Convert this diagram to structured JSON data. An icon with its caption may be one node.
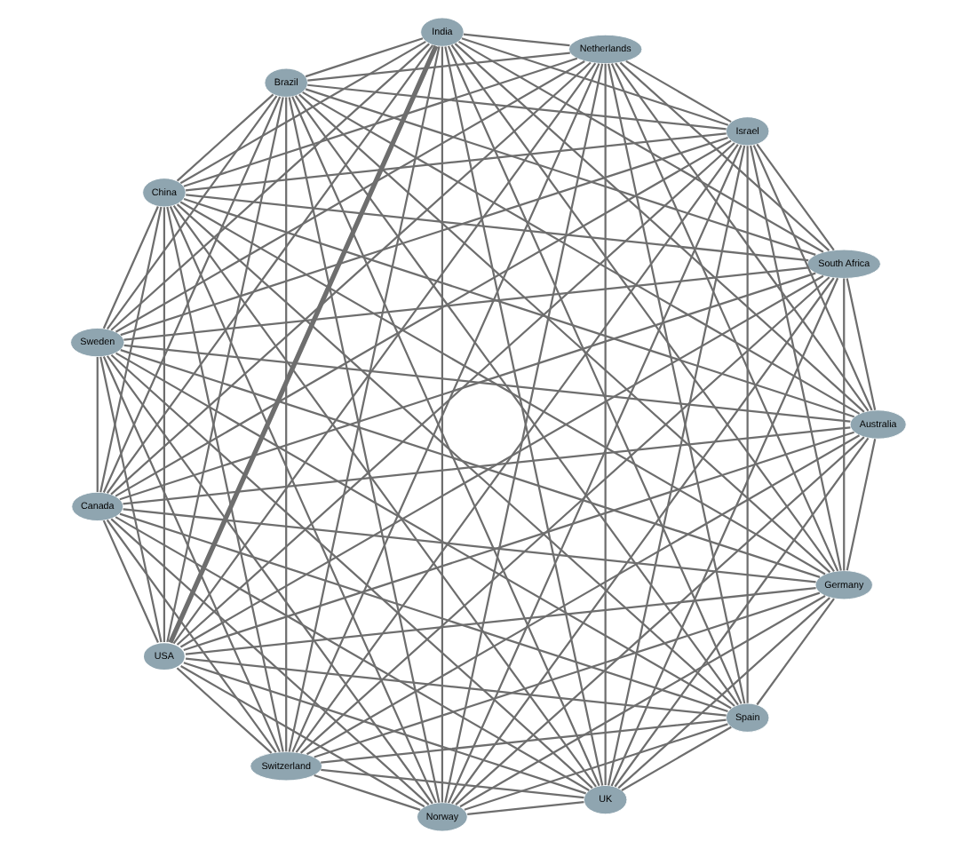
{
  "diagram": {
    "nodes": [
      {
        "text": [
          "Germany"
        ]
      },
      {
        "text": [
          "Norway"
        ]
      },
      {
        "text": [
          "Switzerland"
        ]
      },
      {
        "text": [
          "USA"
        ]
      },
      {
        "text": [
          "Canada"
        ]
      },
      {
        "text": [
          "UK"
        ]
      },
      {
        "text": [
          "Australia"
        ]
      },
      {
        "text": [
          "Spain"
        ]
      },
      {
        "text": [
          "South Africa"
        ]
      },
      {
        "text": [
          "Sweden"
        ]
      },
      {
        "text": [
          "China"
        ]
      },
      {
        "text": [
          "Brazil"
        ]
      },
      {
        "text": [
          "India"
        ]
      },
      {
        "text": [
          "Netherlands"
        ]
      },
      {
        "text": [
          "Israel"
        ]
      }
    ],
    "edges": [
      {
        "from": 0,
        "to": 1,
        "arrow": "none"
      },
      {
        "from": 0,
        "to": 2,
        "arrow": "none"
      },
      {
        "from": 0,
        "to": 3,
        "arrow": "none"
      },
      {
        "from": 0,
        "to": 4,
        "arrow": "none"
      },
      {
        "from": 0,
        "to": 5,
        "arrow": "none"
      },
      {
        "from": 0,
        "to": 6,
        "arrow": "none"
      },
      {
        "from": 0,
        "to": 7,
        "arrow": "none"
      },
      {
        "from": 0,
        "to": 8,
        "arrow": "none"
      },
      {
        "from": 0,
        "to": 9,
        "arrow": "none"
      },
      {
        "from": 0,
        "to": 10,
        "arrow": "none"
      },
      {
        "from": 0,
        "to": 11,
        "arrow": "none"
      },
      {
        "from": 0,
        "to": 12,
        "arrow": "none"
      },
      {
        "from": 0,
        "to": 13,
        "arrow": "none"
      },
      {
        "from": 0,
        "to": 14,
        "arrow": "none"
      },
      {
        "from": 1,
        "to": 2,
        "arrow": "none"
      },
      {
        "from": 1,
        "to": 3,
        "arrow": "none"
      },
      {
        "from": 1,
        "to": 4,
        "arrow": "none"
      },
      {
        "from": 1,
        "to": 5,
        "arrow": "none"
      },
      {
        "from": 1,
        "to": 6,
        "arrow": "none"
      },
      {
        "from": 1,
        "to": 7,
        "arrow": "none"
      },
      {
        "from": 1,
        "to": 8,
        "arrow": "none"
      },
      {
        "from": 1,
        "to": 9,
        "arrow": "none"
      },
      {
        "from": 1,
        "to": 10,
        "arrow": "none"
      },
      {
        "from": 1,
        "to": 11,
        "arrow": "none"
      },
      {
        "from": 1,
        "to": 12,
        "arrow": "none"
      },
      {
        "from": 1,
        "to": 13,
        "arrow": "none"
      },
      {
        "from": 1,
        "to": 14,
        "arrow": "none"
      },
      {
        "from": 2,
        "to": 3,
        "arrow": "none"
      },
      {
        "from": 2,
        "to": 4,
        "arrow": "none"
      },
      {
        "from": 2,
        "to": 5,
        "arrow": "none"
      },
      {
        "from": 2,
        "to": 6,
        "arrow": "none"
      },
      {
        "from": 2,
        "to": 7,
        "arrow": "none"
      },
      {
        "from": 2,
        "to": 8,
        "arrow": "none"
      },
      {
        "from": 2,
        "to": 9,
        "arrow": "none"
      },
      {
        "from": 2,
        "to": 10,
        "arrow": "none"
      },
      {
        "from": 2,
        "to": 11,
        "arrow": "none"
      },
      {
        "from": 2,
        "to": 12,
        "arrow": "none"
      },
      {
        "from": 2,
        "to": 13,
        "arrow": "none"
      },
      {
        "from": 2,
        "to": 14,
        "arrow": "none"
      },
      {
        "from": 3,
        "to": 4,
        "arrow": "none"
      },
      {
        "from": 3,
        "to": 5,
        "arrow": "none"
      },
      {
        "from": 3,
        "to": 6,
        "arrow": "none"
      },
      {
        "from": 3,
        "to": 7,
        "arrow": "none"
      },
      {
        "from": 3,
        "to": 8,
        "arrow": "none"
      },
      {
        "from": 3,
        "to": 9,
        "arrow": "none"
      },
      {
        "from": 3,
        "to": 10,
        "arrow": "none"
      },
      {
        "from": 3,
        "to": 11,
        "arrow": "none"
      },
      {
        "from": 3,
        "to": 12,
        "arrow": "none",
        "style": "thick"
      },
      {
        "from": 3,
        "to": 13,
        "arrow": "none"
      },
      {
        "from": 3,
        "to": 14,
        "arrow": "none"
      },
      {
        "from": 4,
        "to": 5,
        "arrow": "none"
      },
      {
        "from": 4,
        "to": 6,
        "arrow": "none"
      },
      {
        "from": 4,
        "to": 7,
        "arrow": "none"
      },
      {
        "from": 4,
        "to": 8,
        "arrow": "none"
      },
      {
        "from": 4,
        "to": 9,
        "arrow": "none"
      },
      {
        "from": 4,
        "to": 10,
        "arrow": "none"
      },
      {
        "from": 4,
        "to": 11,
        "arrow": "none"
      },
      {
        "from": 4,
        "to": 12,
        "arrow": "none"
      },
      {
        "from": 4,
        "to": 13,
        "arrow": "none"
      },
      {
        "from": 4,
        "to": 14,
        "arrow": "none"
      },
      {
        "from": 5,
        "to": 6,
        "arrow": "none"
      },
      {
        "from": 5,
        "to": 7,
        "arrow": "none"
      },
      {
        "from": 5,
        "to": 8,
        "arrow": "none"
      },
      {
        "from": 5,
        "to": 9,
        "arrow": "none"
      },
      {
        "from": 5,
        "to": 10,
        "arrow": "none"
      },
      {
        "from": 5,
        "to": 11,
        "arrow": "none"
      },
      {
        "from": 5,
        "to": 12,
        "arrow": "none"
      },
      {
        "from": 5,
        "to": 13,
        "arrow": "none"
      },
      {
        "from": 5,
        "to": 14,
        "arrow": "none"
      },
      {
        "from": 6,
        "to": 8,
        "arrow": "none"
      },
      {
        "from": 6,
        "to": 9,
        "arrow": "none"
      },
      {
        "from": 6,
        "to": 10,
        "arrow": "none"
      },
      {
        "from": 6,
        "to": 11,
        "arrow": "none"
      },
      {
        "from": 6,
        "to": 12,
        "arrow": "none"
      },
      {
        "from": 6,
        "to": 13,
        "arrow": "none"
      },
      {
        "from": 6,
        "to": 14,
        "arrow": "none"
      },
      {
        "from": 7,
        "to": 9,
        "arrow": "none"
      },
      {
        "from": 7,
        "to": 10,
        "arrow": "none"
      },
      {
        "from": 7,
        "to": 11,
        "arrow": "none"
      },
      {
        "from": 7,
        "to": 12,
        "arrow": "none"
      },
      {
        "from": 7,
        "to": 13,
        "arrow": "none"
      },
      {
        "from": 7,
        "to": 14,
        "arrow": "none"
      },
      {
        "from": 8,
        "to": 9,
        "arrow": "none"
      },
      {
        "from": 8,
        "to": 10,
        "arrow": "none"
      },
      {
        "from": 8,
        "to": 11,
        "arrow": "none"
      },
      {
        "from": 8,
        "to": 12,
        "arrow": "none"
      },
      {
        "from": 8,
        "to": 13,
        "arrow": "none"
      },
      {
        "from": 8,
        "to": 14,
        "arrow": "none"
      },
      {
        "from": 9,
        "to": 10,
        "arrow": "none"
      },
      {
        "from": 9,
        "to": 11,
        "arrow": "none"
      },
      {
        "from": 9,
        "to": 12,
        "arrow": "none"
      },
      {
        "from": 9,
        "to": 13,
        "arrow": "none"
      },
      {
        "from": 9,
        "to": 14,
        "arrow": "none"
      },
      {
        "from": 10,
        "to": 11,
        "arrow": "none"
      },
      {
        "from": 10,
        "to": 12,
        "arrow": "none"
      },
      {
        "from": 10,
        "to": 13,
        "arrow": "none"
      },
      {
        "from": 10,
        "to": 14,
        "arrow": "none"
      },
      {
        "from": 11,
        "to": 12,
        "arrow": "none"
      },
      {
        "from": 11,
        "to": 13,
        "arrow": "none"
      },
      {
        "from": 11,
        "to": 14,
        "arrow": "none"
      },
      {
        "from": 12,
        "to": 13,
        "arrow": "none"
      },
      {
        "from": 12,
        "to": 14,
        "arrow": "none"
      },
      {
        "from": 13,
        "to": 14,
        "arrow": "none"
      }
    ]
  }
}
